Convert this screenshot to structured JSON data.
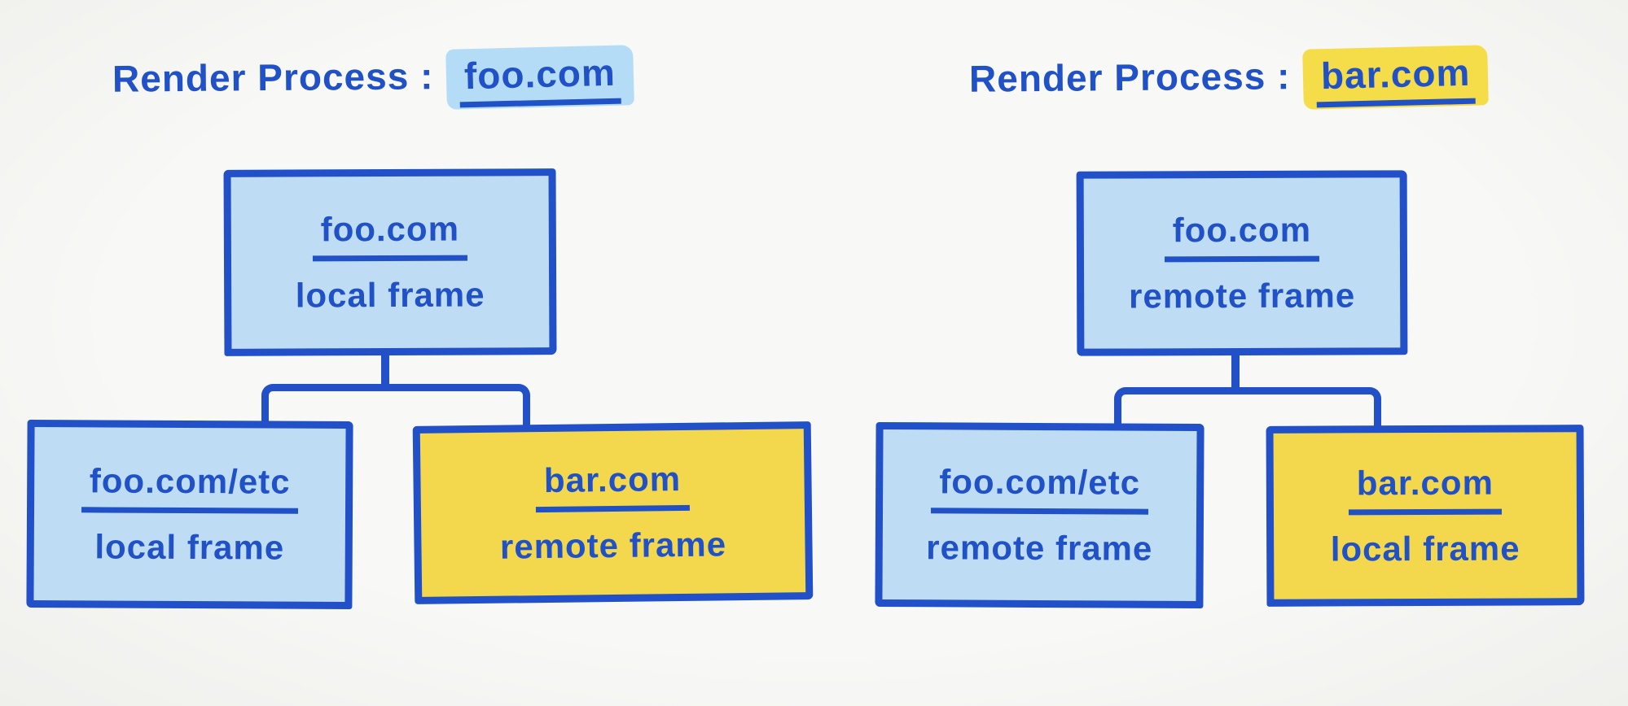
{
  "colors": {
    "background": "#f3f3f1",
    "ink_blue": "#2151c6",
    "node_fill_blue": "#bedcf4",
    "node_fill_yellow": "#f3d84e",
    "title_highlight_blue": "#b5dcf6",
    "title_highlight_yellow": "#f5dc49"
  },
  "diagrams": [
    {
      "title": {
        "prefix": "Render Process :",
        "site": "foo.com"
      },
      "root": {
        "site": "foo.com",
        "frame": "local frame"
      },
      "children": [
        {
          "site": "foo.com/etc",
          "frame": "local frame"
        },
        {
          "site": "bar.com",
          "frame": "remote frame"
        }
      ]
    },
    {
      "title": {
        "prefix": "Render Process :",
        "site": "bar.com"
      },
      "root": {
        "site": "foo.com",
        "frame": "remote frame"
      },
      "children": [
        {
          "site": "foo.com/etc",
          "frame": "remote frame"
        },
        {
          "site": "bar.com",
          "frame": "local frame"
        }
      ]
    }
  ]
}
